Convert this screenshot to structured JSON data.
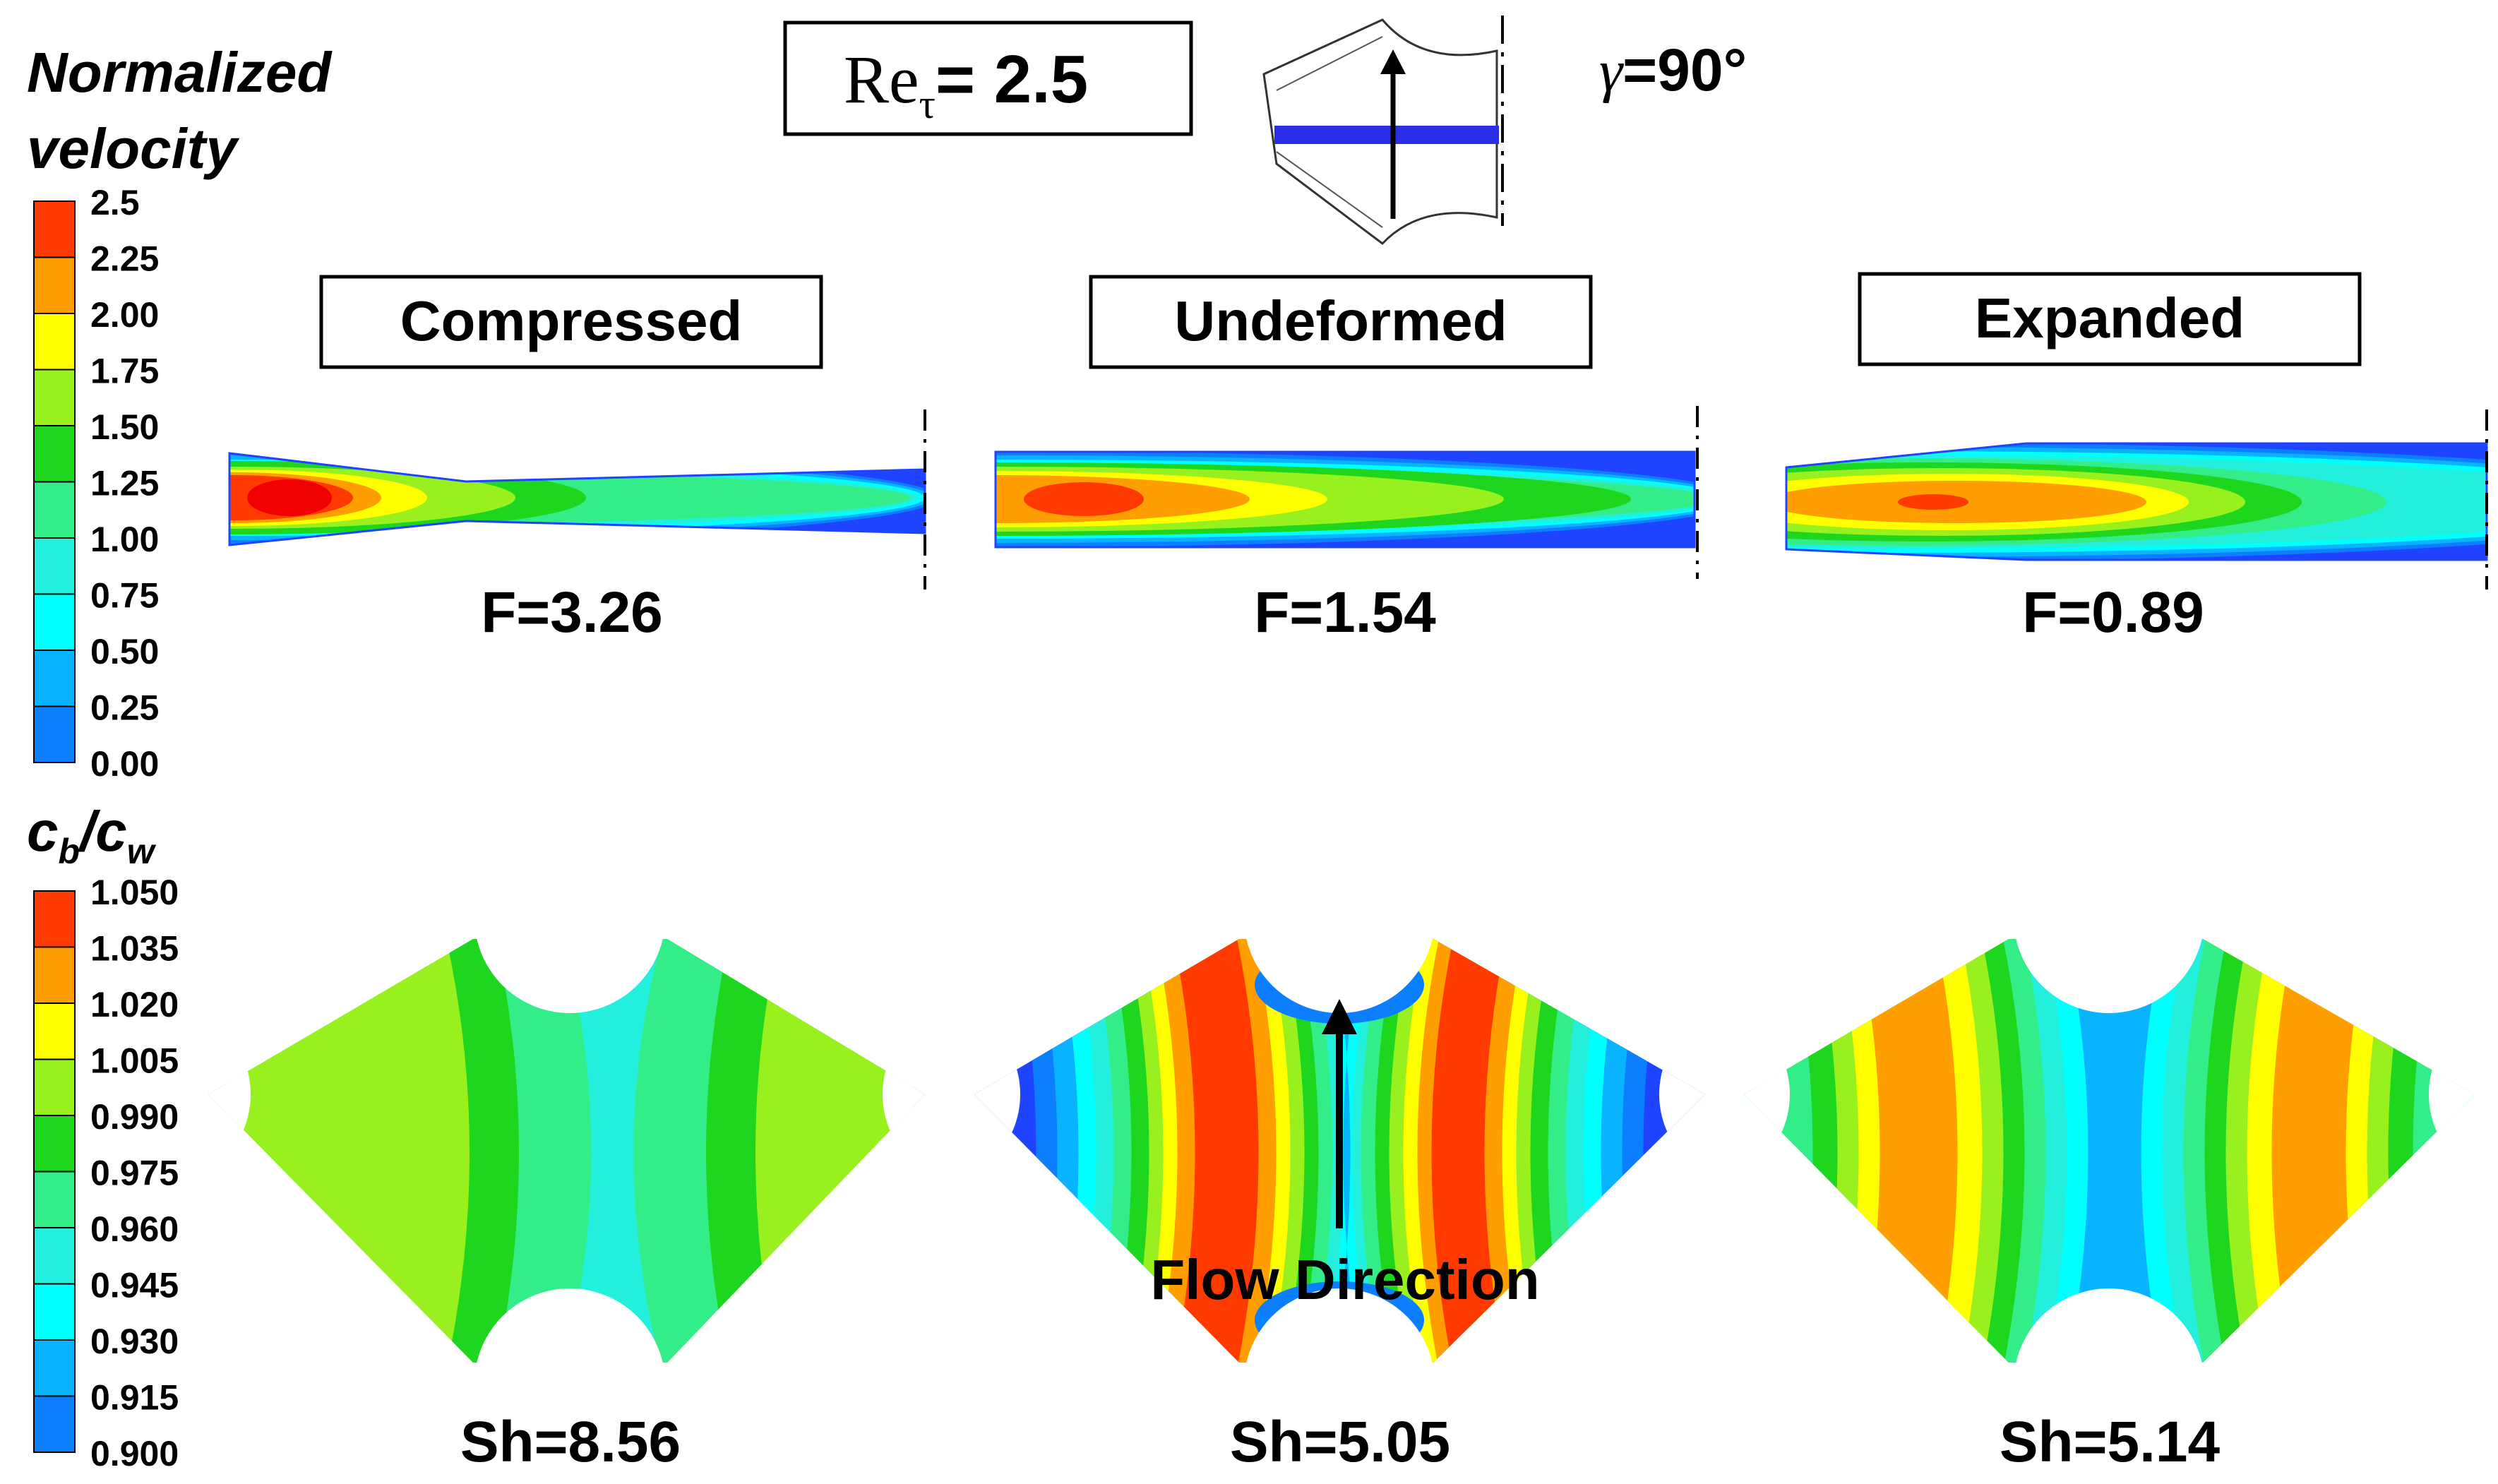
{
  "velocity_legend": {
    "title_line1": "Normalized",
    "title_line2": "velocity",
    "levels": [
      "2.5",
      "2.25",
      "2.00",
      "1.75",
      "1.50",
      "1.25",
      "1.00",
      "0.75",
      "0.50",
      "0.25",
      "0.00"
    ],
    "colors": [
      "#ff3a00",
      "#ff9e00",
      "#ffff00",
      "#99f01f",
      "#1fd61f",
      "#33ee88",
      "#22f0dd",
      "#00ffff",
      "#0ab3ff",
      "#0b7fff",
      "#1f44ff"
    ]
  },
  "concentration_legend": {
    "title_c": "c",
    "title_b": "b",
    "title_slash": "/",
    "title_c2": "c",
    "title_w": "w",
    "levels": [
      "1.050",
      "1.035",
      "1.020",
      "1.005",
      "0.990",
      "0.975",
      "0.960",
      "0.945",
      "0.930",
      "0.915",
      "0.900"
    ],
    "colors": [
      "#ff3a00",
      "#ff9e00",
      "#ffff00",
      "#99f01f",
      "#1fd61f",
      "#33ee88",
      "#22f0dd",
      "#00ffff",
      "#0ab3ff",
      "#0b7fff",
      "#1f44ff"
    ]
  },
  "header": {
    "re_base": "Re",
    "re_sub": "τ",
    "re_eq": "= ",
    "re_val": "2.5",
    "gamma": "γ",
    "gamma_val": "=90°"
  },
  "panels": [
    {
      "label": "Compressed",
      "f": "F=3.26",
      "sh": "Sh=8.56"
    },
    {
      "label": "Undeformed",
      "f": "F=1.54",
      "sh": "Sh=5.05"
    },
    {
      "label": "Expanded",
      "f": "F=0.89",
      "sh": "Sh=5.14"
    }
  ],
  "flow_direction": "Flow Direction"
}
